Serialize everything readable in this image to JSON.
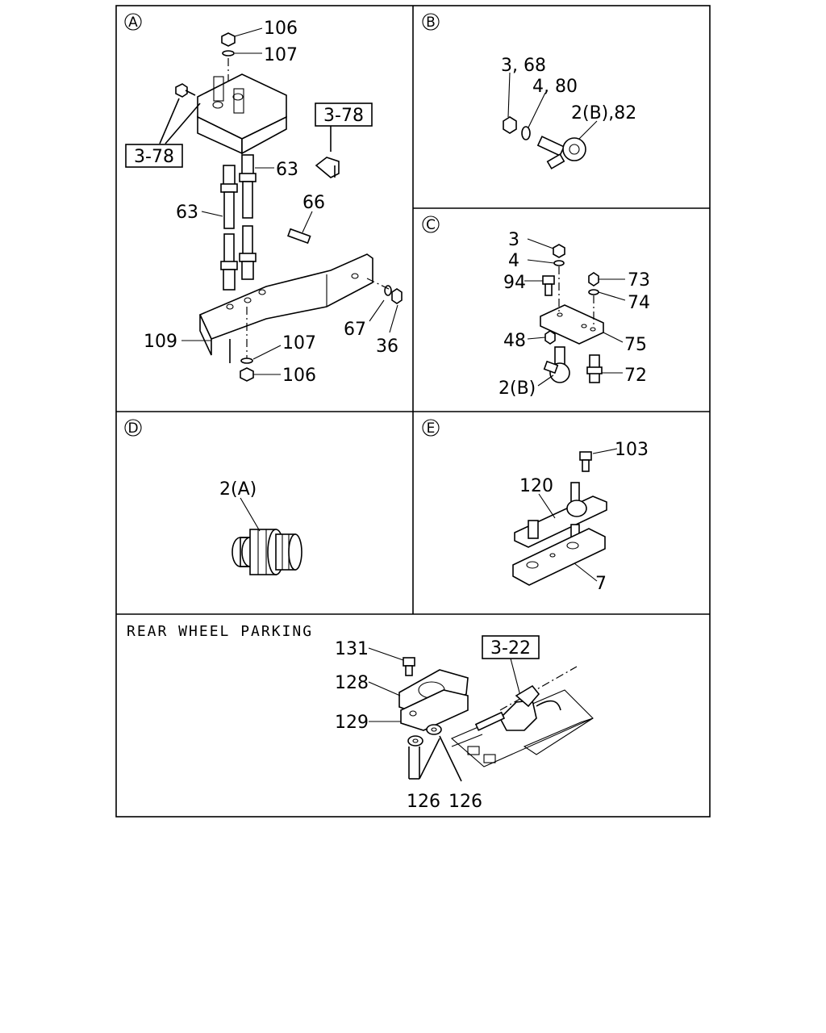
{
  "panels": {
    "A": {
      "marker": "A",
      "labels": {
        "l106a": "106",
        "l107a": "107",
        "l63a": "63",
        "l63b": "63",
        "l66": "66",
        "l67": "67",
        "l36": "36",
        "l109": "109",
        "l107b": "107",
        "l106b": "106"
      },
      "refs": {
        "r1": "3-78",
        "r2": "3-78"
      }
    },
    "B": {
      "marker": "B",
      "labels": {
        "l368": "3, 68",
        "l480": "4, 80",
        "l2b82": "2(B),82"
      }
    },
    "C": {
      "marker": "C",
      "labels": {
        "l3": "3",
        "l4": "4",
        "l94": "94",
        "l73": "73",
        "l74": "74",
        "l48": "48",
        "l75": "75",
        "l72": "72",
        "l2b": "2(B)"
      }
    },
    "D": {
      "marker": "D",
      "labels": {
        "l2a": "2(A)"
      }
    },
    "E": {
      "marker": "E",
      "labels": {
        "l103": "103",
        "l120": "120",
        "l7": "7"
      }
    },
    "F": {
      "title": "REAR WHEEL PARKING",
      "labels": {
        "l131": "131",
        "l128": "128",
        "l129": "129",
        "l126a": "126",
        "l126b": "126"
      },
      "refs": {
        "r1": "3-22"
      }
    }
  }
}
